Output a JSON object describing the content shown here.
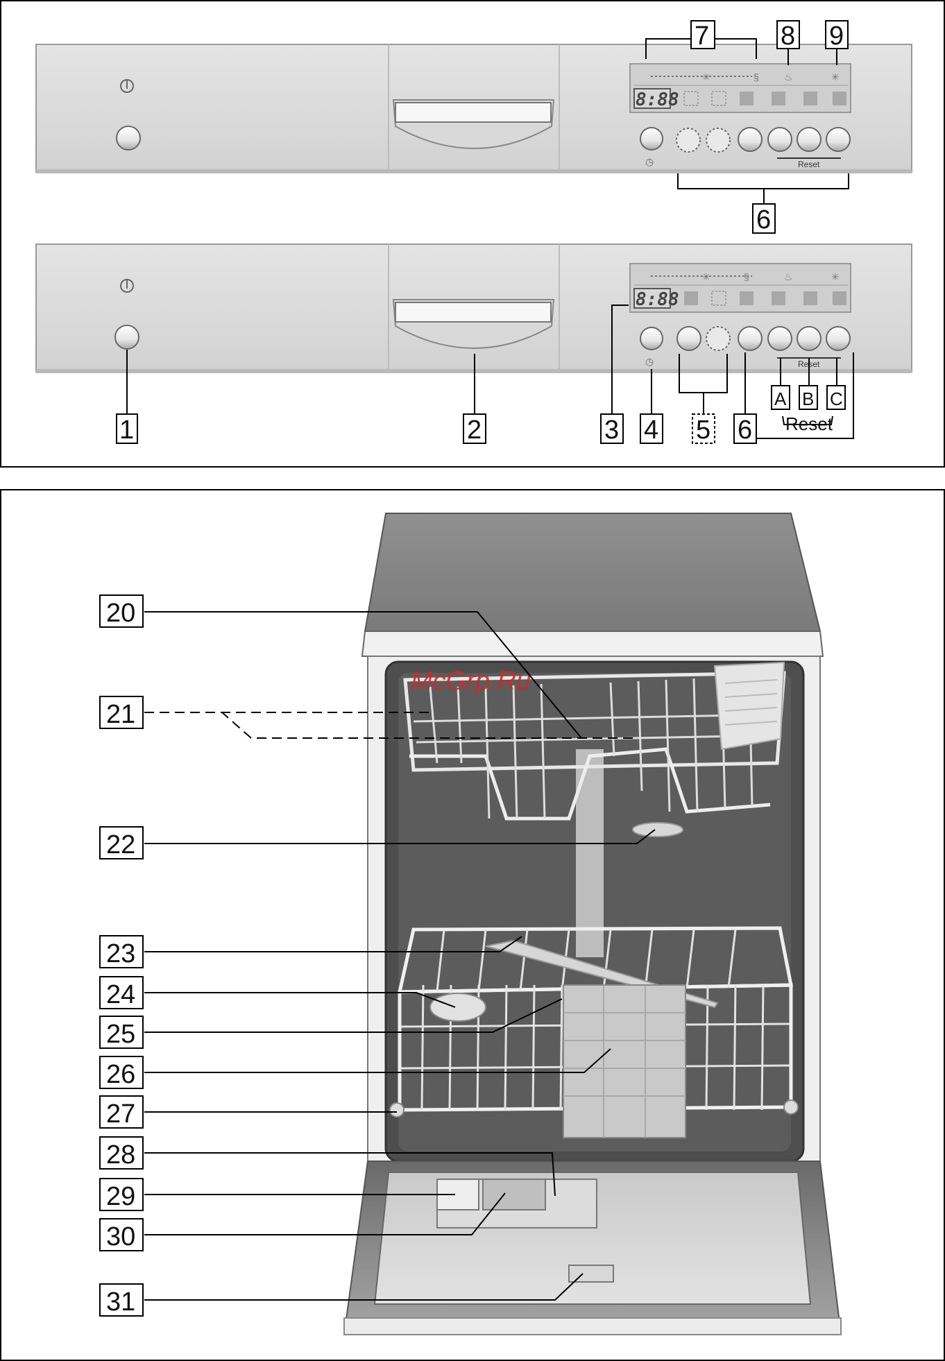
{
  "panel_callouts": [
    "1",
    "2",
    "3",
    "4",
    "5",
    "6",
    "7",
    "8",
    "9"
  ],
  "reset_callouts": [
    "A",
    "B",
    "C"
  ],
  "reset_label": "Reset",
  "panel_reset_small": "Reset",
  "display_digits": "8:88",
  "machine_callouts": [
    "20",
    "21",
    "22",
    "23",
    "24",
    "25",
    "26",
    "27",
    "28",
    "29",
    "30",
    "31"
  ],
  "watermark": "McGrp.Ru"
}
